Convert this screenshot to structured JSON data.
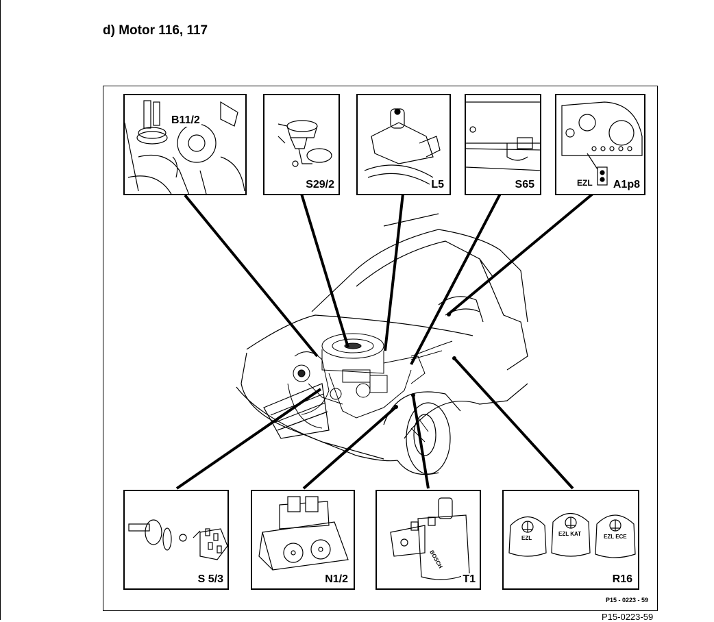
{
  "heading": "d)  Motor 116, 117",
  "panels": {
    "b11_2": {
      "label": "B11/2",
      "icon": "engine-sensor-icon"
    },
    "s29_2": {
      "label": "S29/2",
      "icon": "throttle-switch-icon"
    },
    "l5": {
      "label": "L5",
      "icon": "position-sensor-icon"
    },
    "s65": {
      "label": "S65",
      "icon": "switch-icon"
    },
    "a1p8": {
      "label": "A1p8",
      "sublabel": "EZL",
      "icon": "instrument-cluster-icon"
    },
    "s5_3": {
      "label": "S 5/3",
      "icon": "distributor-icon"
    },
    "n1_2": {
      "label": "N1/2",
      "icon": "control-unit-icon"
    },
    "t1": {
      "label": "T1",
      "brand": "BOSCH",
      "icon": "ignition-coil-icon"
    },
    "r16": {
      "label": "R16",
      "caps": [
        "EZL",
        "EZL KAT",
        "EZL ECE"
      ],
      "icon": "coding-plug-icon"
    }
  },
  "figure_code_inner": "P15 - 0223 - 59",
  "figure_code_outer": "P15-0223-59"
}
